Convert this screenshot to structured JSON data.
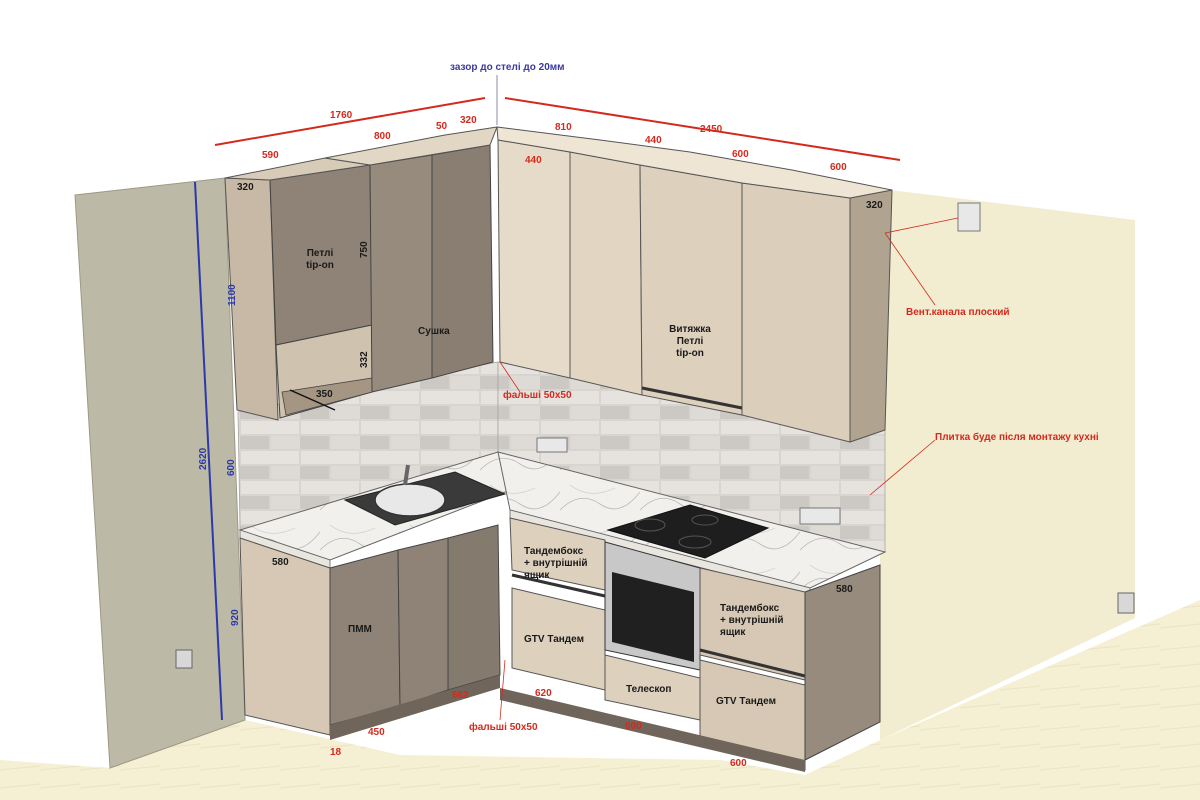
{
  "top_note": "зазор до стелі до 20мм",
  "dimensions": {
    "overall_left": "1760",
    "overall_right": "2450",
    "upper_left_590": "590",
    "upper_800": "800",
    "upper_50": "50",
    "upper_corner_320": "320",
    "upper_810": "810",
    "upper_440a": "440",
    "upper_440b": "440",
    "upper_600a": "600",
    "upper_600b": "600",
    "depth_left_320": "320",
    "depth_right_320": "320",
    "height_750": "750",
    "height_332": "332",
    "niche_350": "350",
    "height_1100": "1100",
    "height_600": "600",
    "height_2620": "2620",
    "height_920": "920",
    "depth_580_left": "580",
    "depth_580_right": "580",
    "base_18": "18",
    "base_450": "450",
    "base_662": "662",
    "base_620": "620",
    "base_600_mid": "600",
    "base_600_right": "600"
  },
  "cabinet_labels": {
    "hinges_tipon_left": "Петлі\ntip-on",
    "dryer": "Сушка",
    "hood": "Витяжка\nПетлі\ntip-on",
    "dishwasher": "ПММ",
    "tandembox_left": "Тандембокс\n+ внутрішній\nящик",
    "gtv_left": "GTV Тандем",
    "telescope": "Телескоп",
    "tandembox_right": "Тандембокс\n+ внутрішній\nящик",
    "gtv_right": "GTV Тандем"
  },
  "notes": {
    "filler_upper": "фальші 50х50",
    "filler_lower": "фальші 50х50",
    "vent": "Вент.канала плоский",
    "tile": "Плитка буде після монтажу кухні"
  },
  "colors": {
    "accent_red": "#d42a1e",
    "dimension_blue": "#2b3aa8",
    "cabinet_beige": "#d6c8b4",
    "cabinet_taupe": "#8f8377",
    "wall_left": "#bcb9a6",
    "wall_right": "#f2ecd0"
  }
}
